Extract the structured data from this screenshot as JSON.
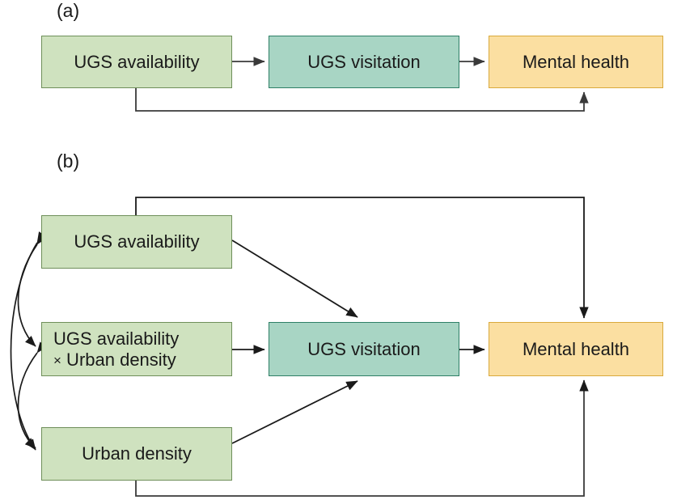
{
  "figure": {
    "title_caption": "",
    "background_color": "#ffffff"
  },
  "palette": {
    "green_fill": "#cfe2bf",
    "green_stroke": "#6f8f5a",
    "teal_fill": "#a8d5c4",
    "teal_stroke": "#2e7f66",
    "amber_fill": "#fbdfa1",
    "amber_stroke": "#d9a93c",
    "edge_color": "#3a3a3a",
    "text_color": "#1a1a1a"
  },
  "panels": [
    {
      "id": "a",
      "label": "(a)",
      "nodes": [
        {
          "id": "a-ugs-availability",
          "label": "UGS availability",
          "color": "green"
        },
        {
          "id": "a-ugs-visitation",
          "label": "UGS visitation",
          "color": "teal"
        },
        {
          "id": "a-mental-health",
          "label": "Mental health",
          "color": "amber"
        }
      ],
      "edges": [
        {
          "from": "UGS availability",
          "to": "UGS visitation",
          "style": "straight",
          "direction": "one-way"
        },
        {
          "from": "UGS visitation",
          "to": "Mental health",
          "style": "straight",
          "direction": "one-way"
        },
        {
          "from": "UGS availability",
          "to": "Mental health",
          "style": "orthogonal-below",
          "direction": "one-way"
        }
      ]
    },
    {
      "id": "b",
      "label": "(b)",
      "nodes": [
        {
          "id": "b-ugs-availability",
          "label": "UGS availability",
          "color": "green"
        },
        {
          "id": "b-interaction",
          "label_line1": "UGS availability",
          "label_sym": "×",
          "label_line2": " Urban density",
          "color": "green"
        },
        {
          "id": "b-urban-density",
          "label": "Urban density",
          "color": "green"
        },
        {
          "id": "b-ugs-visitation",
          "label": "UGS visitation",
          "color": "teal"
        },
        {
          "id": "b-mental-health",
          "label": "Mental health",
          "color": "amber"
        }
      ],
      "edges": [
        {
          "from": "UGS availability",
          "to": "UGS visitation",
          "style": "diagonal",
          "direction": "one-way"
        },
        {
          "from": "UGS availability × Urban density",
          "to": "UGS visitation",
          "style": "straight",
          "direction": "one-way"
        },
        {
          "from": "Urban density",
          "to": "UGS visitation",
          "style": "diagonal",
          "direction": "one-way"
        },
        {
          "from": "UGS visitation",
          "to": "Mental health",
          "style": "straight",
          "direction": "one-way"
        },
        {
          "from": "UGS availability",
          "to": "Mental health",
          "style": "orthogonal-above",
          "direction": "one-way"
        },
        {
          "from": "Urban density",
          "to": "Mental health",
          "style": "orthogonal-below",
          "direction": "one-way"
        },
        {
          "from": "UGS availability",
          "to": "UGS availability × Urban density",
          "style": "curved-left",
          "direction": "two-way"
        },
        {
          "from": "UGS availability",
          "to": "Urban density",
          "style": "curved-left",
          "direction": "two-way"
        },
        {
          "from": "UGS availability × Urban density",
          "to": "Urban density",
          "style": "curved-left",
          "direction": "two-way"
        }
      ]
    }
  ]
}
